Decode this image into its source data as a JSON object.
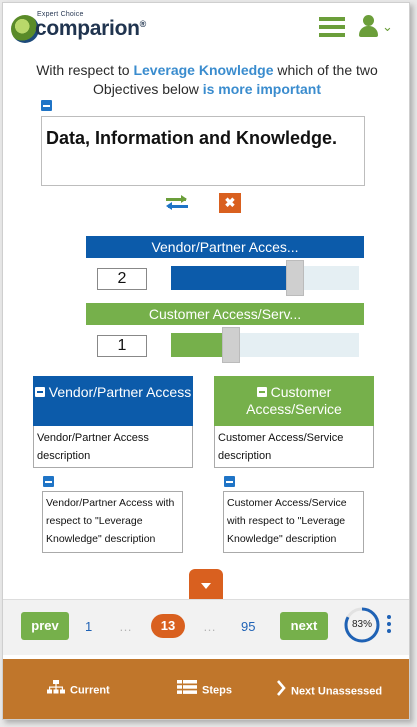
{
  "header": {
    "logo_tagline": "Expert Choice",
    "logo_wordmark": "comparion",
    "logo_mark": "®",
    "icons": [
      "hamburger-menu-icon",
      "user-icon",
      "chevron-down-icon"
    ]
  },
  "question": {
    "prefix": "With respect to",
    "goal": "Leverage Knowledge",
    "middle": "which of the two Objectives below",
    "emphasis": "is more important"
  },
  "goal_description": "Data, Information and Knowledge.",
  "judgment": {
    "left": {
      "label": "Vendor/Partner Acces...",
      "value": "2",
      "fill_fraction": 0.66,
      "color": "#0c5baa"
    },
    "right": {
      "label": "Customer Access/Serv...",
      "value": "1",
      "fill_fraction": 0.32,
      "color": "#76b04b"
    }
  },
  "cards": {
    "left": {
      "title": "Vendor/Partner Access",
      "description": "Vendor/Partner Access description",
      "wrt_description": "Vendor/Partner Access with respect to \"Leverage Knowledge\" description"
    },
    "right": {
      "title": "Customer Access/Service",
      "description": "Customer Access/Service description",
      "wrt_description": "Customer Access/Service with respect to \"Leverage Knowledge\" description"
    }
  },
  "pager": {
    "prev": "prev",
    "next": "next",
    "first_page": "1",
    "ellipsis": "…",
    "current_page": "13",
    "last_page": "95",
    "progress_label": "83%",
    "progress_fraction": 0.83
  },
  "footer": {
    "current": "Current",
    "steps": "Steps",
    "next_unassessed": "Next Unassessed"
  },
  "colors": {
    "brand_green": "#76b04b",
    "brand_blue": "#0c5baa",
    "accent_orange": "#d9601f",
    "footer_bg": "#c0762b"
  }
}
